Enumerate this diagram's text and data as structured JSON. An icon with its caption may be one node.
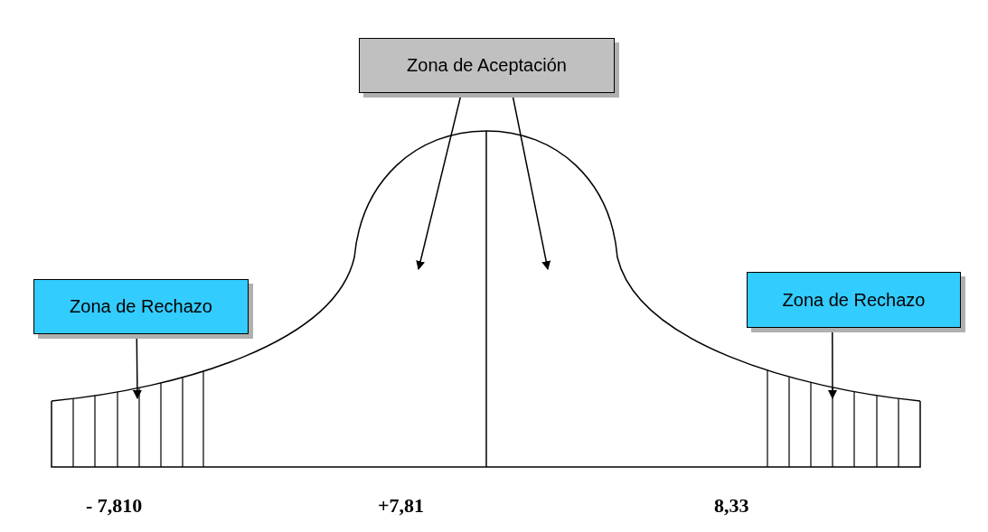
{
  "diagram": {
    "nodes": [
      {
        "text": [
          "Zona de Aceptación"
        ]
      },
      {
        "text": [
          "Zona de Rechazo"
        ]
      },
      {
        "text": [
          "Zona de Rechazo"
        ]
      }
    ],
    "edges": [
      {
        "from": 0,
        "to": null,
        "arrow": "to"
      },
      {
        "from": 0,
        "to": null,
        "arrow": "to"
      },
      {
        "from": 1,
        "to": null,
        "arrow": "to"
      },
      {
        "from": 2,
        "to": null,
        "arrow": "to"
      }
    ],
    "labels": [
      "- 7,810",
      "+7,81",
      "8,33"
    ]
  }
}
